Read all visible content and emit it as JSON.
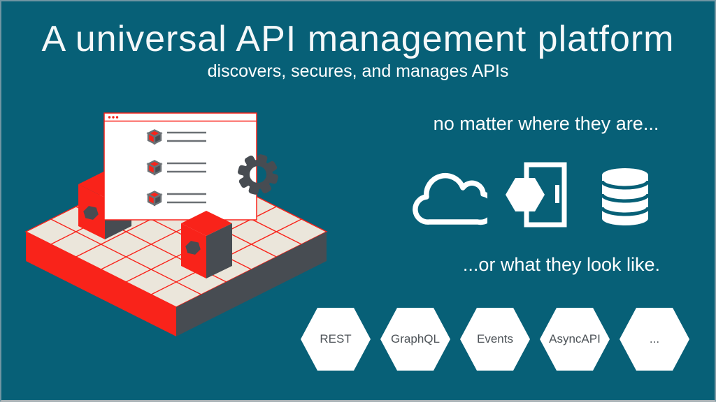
{
  "slide": {
    "title": "A universal API management platform",
    "subtitle": "discovers, secures, and manages APIs"
  },
  "right_panel": {
    "location_caption": "no matter where they are...",
    "format_caption": "...or what they look like.",
    "location_icons": [
      "cloud-icon",
      "gateway-door-icon",
      "database-icon"
    ]
  },
  "api_formats": [
    "REST",
    "GraphQL",
    "Events",
    "AsyncAPI",
    "..."
  ],
  "illustration_icons": [
    "isometric-platform",
    "api-cube",
    "browser-window-icon",
    "gear-icon"
  ],
  "colors": {
    "background": "#076077",
    "accent_red": "#f9231a",
    "platform_cream": "#ebe6db",
    "dark_slate": "#474c52",
    "text_white": "#ffffff",
    "hex_label_gray": "#4d5358"
  }
}
